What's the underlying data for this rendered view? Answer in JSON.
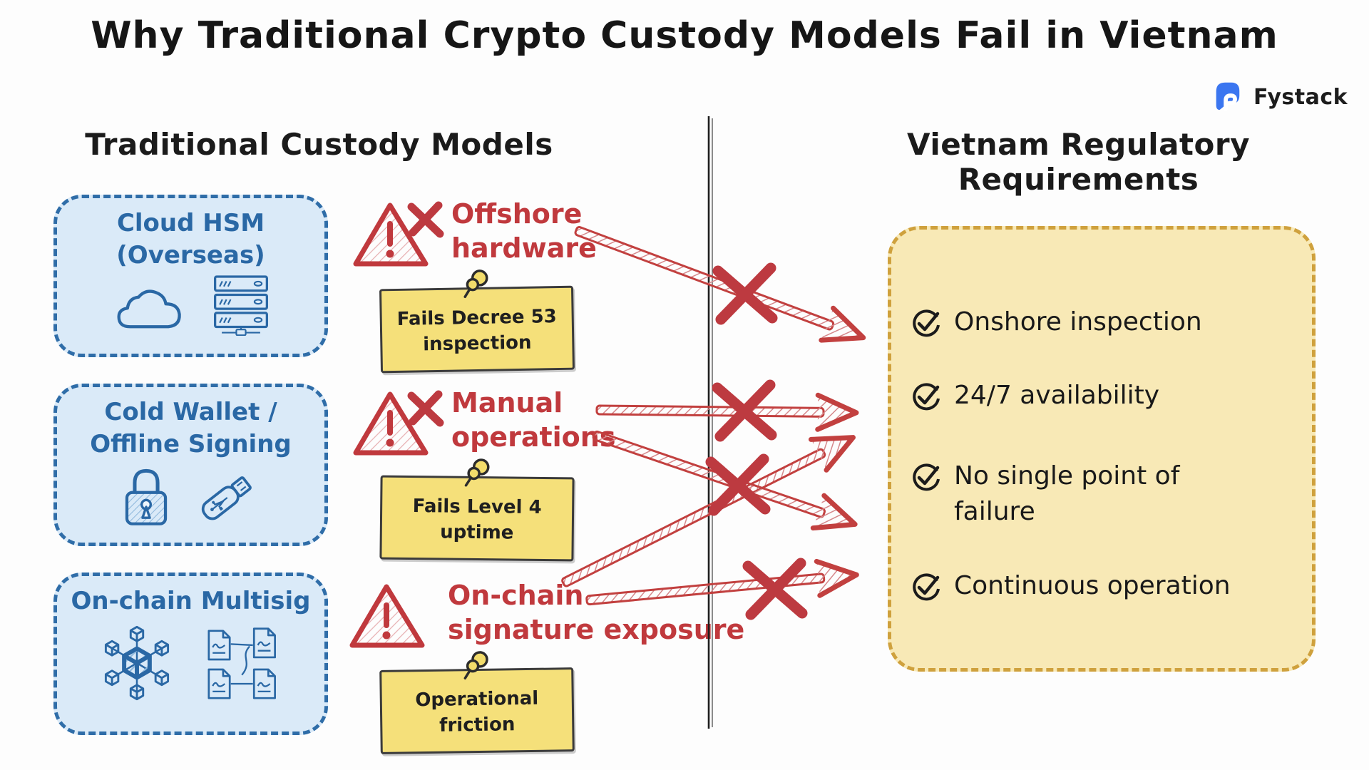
{
  "title": "Why Traditional Crypto Custody Models Fail in Vietnam",
  "brand": {
    "name": "Fystack",
    "logo_color": "#3b76f0"
  },
  "left": {
    "heading": "Traditional Custody Models",
    "models": [
      {
        "line1": "Cloud HSM",
        "line2": "(Overseas)",
        "icons": [
          "cloud-icon",
          "server-rack-icon"
        ]
      },
      {
        "line1": "Cold Wallet /",
        "line2": "Offline Signing",
        "icons": [
          "padlock-icon",
          "usb-drive-icon"
        ]
      },
      {
        "line1": "On-chain Multisig",
        "icons": [
          "blockchain-icon",
          "signed-documents-icon"
        ]
      }
    ]
  },
  "middle": {
    "failures": [
      {
        "line1": "Offshore",
        "line2": "hardware",
        "has_x": true,
        "note1": "Fails Decree 53",
        "note2": "inspection"
      },
      {
        "line1": "Manual",
        "line2": "operations",
        "has_x": true,
        "note1": "Fails Level 4",
        "note2": "uptime"
      },
      {
        "line1": "On-chain",
        "line2": "signature exposure",
        "has_x": false,
        "note1": "Operational",
        "note2": "friction"
      }
    ]
  },
  "right": {
    "heading": "Vietnam Regulatory Requirements",
    "requirements": [
      {
        "line1": "Onshore inspection"
      },
      {
        "line1": "24/7 availability"
      },
      {
        "line1": "No single point of",
        "line2": "failure"
      },
      {
        "line1": "Continuous operation"
      }
    ]
  },
  "connections": [
    {
      "from": "Offshore hardware",
      "to": "Onshore inspection",
      "blocked": true
    },
    {
      "from": "Manual operations",
      "to": "24/7 availability",
      "blocked": true
    },
    {
      "from": "On-chain signature exposure",
      "to": "24/7 availability",
      "blocked": true
    },
    {
      "from": "Manual operations",
      "to": "No single point of failure",
      "blocked": true
    },
    {
      "from": "On-chain signature exposure",
      "to": "Continuous operation",
      "blocked": true
    }
  ],
  "colors": {
    "model_box_fill": "#daeaf8",
    "model_box_border": "#2f6da8",
    "model_text": "#2a68a5",
    "warning_red": "#c0393d",
    "arrow_red": "#c2403f",
    "note_fill": "#f5e07a",
    "note_border": "#3b3b3b",
    "req_box_fill": "#f8e9b6",
    "req_box_border": "#cfa13d",
    "ink": "#1b1b1b",
    "brand_blue": "#3b76f0"
  }
}
